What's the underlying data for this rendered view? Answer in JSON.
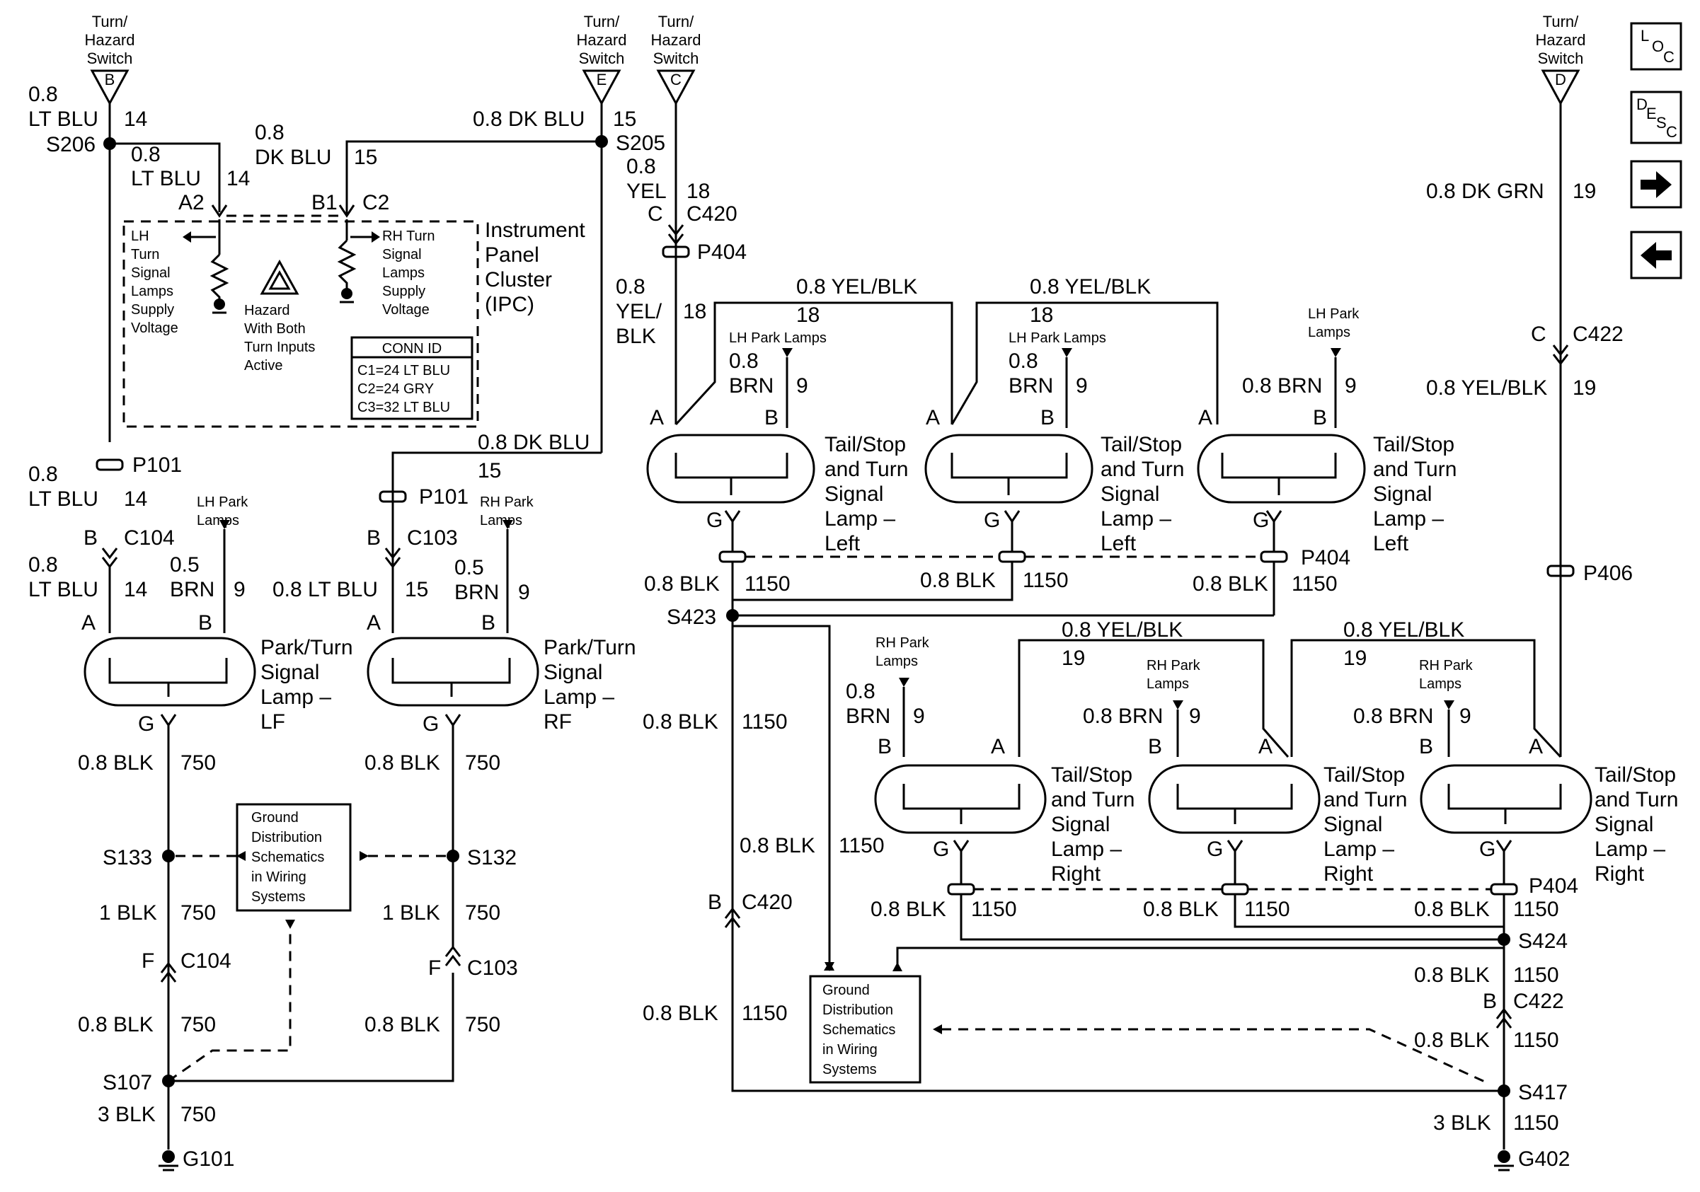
{
  "diagram": {
    "sources": {
      "b": {
        "lines": [
          "Turn/",
          "Hazard",
          "Switch"
        ],
        "letter": "B"
      },
      "e": {
        "lines": [
          "Turn/",
          "Hazard",
          "Switch"
        ],
        "letter": "E"
      },
      "c": {
        "lines": [
          "Turn/",
          "Hazard",
          "Switch"
        ],
        "letter": "C"
      },
      "d": {
        "lines": [
          "Turn/",
          "Hazard",
          "Switch"
        ],
        "letter": "D"
      }
    },
    "nav": {
      "loc": {
        "a": "L",
        "b": "O",
        "c": "C"
      },
      "desc": {
        "a": "D",
        "b": "E",
        "c": "S",
        "d": "C"
      }
    },
    "ipc": {
      "title": [
        "Instrument",
        "Panel",
        "Cluster",
        "(IPC)"
      ],
      "lh_supply": [
        "LH",
        "Turn",
        "Signal",
        "Lamps",
        "Supply",
        "Voltage"
      ],
      "rh_supply": [
        "RH Turn",
        "Signal",
        "Lamps",
        "Supply",
        "Voltage"
      ],
      "hazard": [
        "Hazard",
        "With Both",
        "Turn Inputs",
        "Active"
      ],
      "conn_title": "CONN ID",
      "conn_rows": [
        "C1=24 LT BLU",
        "C2=24 GRY",
        "C3=32 LT BLU"
      ],
      "pin_a2": "A2",
      "pin_b1": "B1",
      "pin_c2": "C2"
    },
    "wires": {
      "w_08": "0.8",
      "w_05": "0.5",
      "w_1": "1 BLK",
      "w_3": "3 BLK",
      "lt_blu": "LT BLU",
      "dk_blu": "DK BLU",
      "yel": "YEL",
      "yel_slash": "YEL/",
      "blk_only": "BLK",
      "brn": "BRN",
      "dk_blu_full": "0.8 DK BLU",
      "yel_blk_full": "0.8 YEL/BLK",
      "lt_blu_full": "0.8 LT BLU",
      "dk_grn_full": "0.8 DK GRN",
      "blk_full": "0.8 BLK",
      "brn_full": "0.8 BRN",
      "c14": "14",
      "c15": "15",
      "c18": "18",
      "c19": "19",
      "c9": "9",
      "c750": "750",
      "c1150": "1150"
    },
    "nodes": {
      "s206": "S206",
      "s205": "S205",
      "s423": "S423",
      "s133": "S133",
      "s132": "S132",
      "s107": "S107",
      "s424": "S424",
      "s417": "S417",
      "g101": "G101",
      "g402": "G402"
    },
    "connectors": {
      "p101": "P101",
      "p404": "P404",
      "p406": "P406",
      "c104": "C104",
      "c103": "C103",
      "c420": "C420",
      "c422": "C422"
    },
    "pins": {
      "a": "A",
      "b": "B",
      "c": "C",
      "f": "F",
      "g": "G"
    },
    "lamps": {
      "lf": [
        "Park/Turn",
        "Signal",
        "Lamp –",
        "LF"
      ],
      "rf": [
        "Park/Turn",
        "Signal",
        "Lamp –",
        "RF"
      ],
      "tail_left": [
        "Tail/Stop",
        "and Turn",
        "Signal",
        "Lamp –",
        "Left"
      ],
      "tail_right": [
        "Tail/Stop",
        "and Turn",
        "Signal",
        "Lamp –",
        "Right"
      ]
    },
    "refs": {
      "lh_park": [
        "LH Park",
        "Lamps"
      ],
      "rh_park": [
        "RH Park",
        "Lamps"
      ],
      "lh_park_one": "LH Park Lamps"
    },
    "ground_box": [
      "Ground",
      "Distribution",
      "Schematics",
      "in Wiring",
      "Systems"
    ]
  }
}
